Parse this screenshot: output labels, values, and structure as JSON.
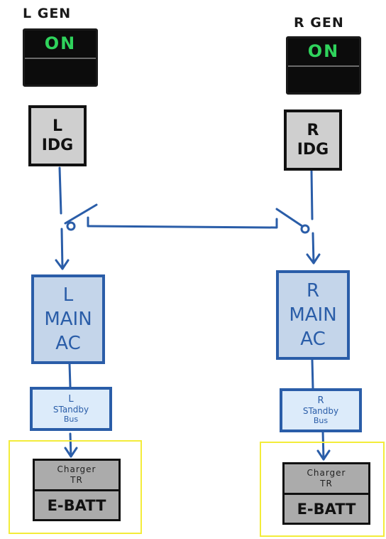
{
  "left": {
    "gen_label": "L GEN",
    "gen_state": "ON",
    "idg": [
      "L",
      "IDG"
    ],
    "main_ac": [
      "L",
      "MAIN",
      "AC"
    ],
    "standby_bus": [
      "L",
      "STandby",
      "Bus"
    ],
    "charger": [
      "Charger",
      "TR"
    ],
    "battery": "E-BATT"
  },
  "right": {
    "gen_label": "R GEN",
    "gen_state": "ON",
    "idg": [
      "R",
      "IDG"
    ],
    "main_ac": [
      "R",
      "MAIN",
      "AC"
    ],
    "standby_bus": [
      "R",
      "STandby",
      "Bus"
    ],
    "charger": [
      "Charger",
      "TR"
    ],
    "battery": "E-BATT"
  },
  "colors": {
    "bus_line": "#2a5da8",
    "gen_on_text": "#2fd35c",
    "highlight": "#f3ec3a"
  }
}
